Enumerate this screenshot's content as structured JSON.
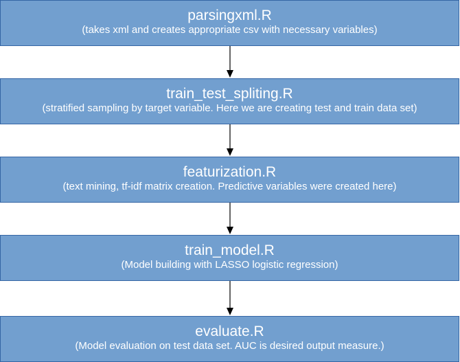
{
  "steps": [
    {
      "title": "parsingxml.R",
      "description": "(takes xml and creates appropriate csv with necessary variables)"
    },
    {
      "title": "train_test_spliting.R",
      "description": "(stratified sampling by target variable. Here we are creating test and train data set)"
    },
    {
      "title": "featurization.R",
      "description": "(text mining, tf-idf matrix creation. Predictive variables were created here)"
    },
    {
      "title": "train_model.R",
      "description": "(Model building with LASSO logistic regression)"
    },
    {
      "title": "evaluate.R",
      "description": "(Model evaluation on test data set. AUC is desired output measure.)"
    }
  ],
  "colors": {
    "box_fill": "#729fcf",
    "box_border": "#3465a4",
    "text": "#ffffff",
    "arrow": "#000000"
  }
}
